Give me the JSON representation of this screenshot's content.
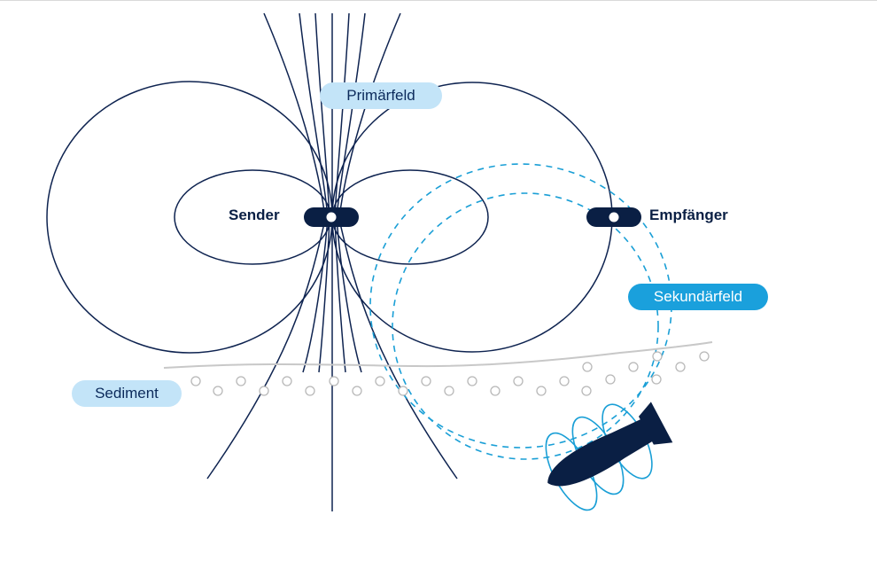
{
  "labels": {
    "primary_field": "Primärfeld",
    "secondary_field": "Sekundärfeld",
    "sediment": "Sediment",
    "sender": "Sender",
    "receiver": "Empfänger"
  },
  "colors": {
    "field_lines": "#0e2350",
    "coil": "#0a1f44",
    "secondary_dashed": "#1a9fd6",
    "sediment_line": "#c8c8c8",
    "sediment_particles": "#b8b8b8",
    "object": "#0a1f44",
    "object_rings": "#1a9fd6",
    "pill_light": "#c3e4f8",
    "pill_dark": "#1aa0dc"
  },
  "icons": {
    "sender_coil": "sender-coil-icon",
    "receiver_coil": "receiver-coil-icon",
    "buried_object": "buried-object-icon"
  }
}
